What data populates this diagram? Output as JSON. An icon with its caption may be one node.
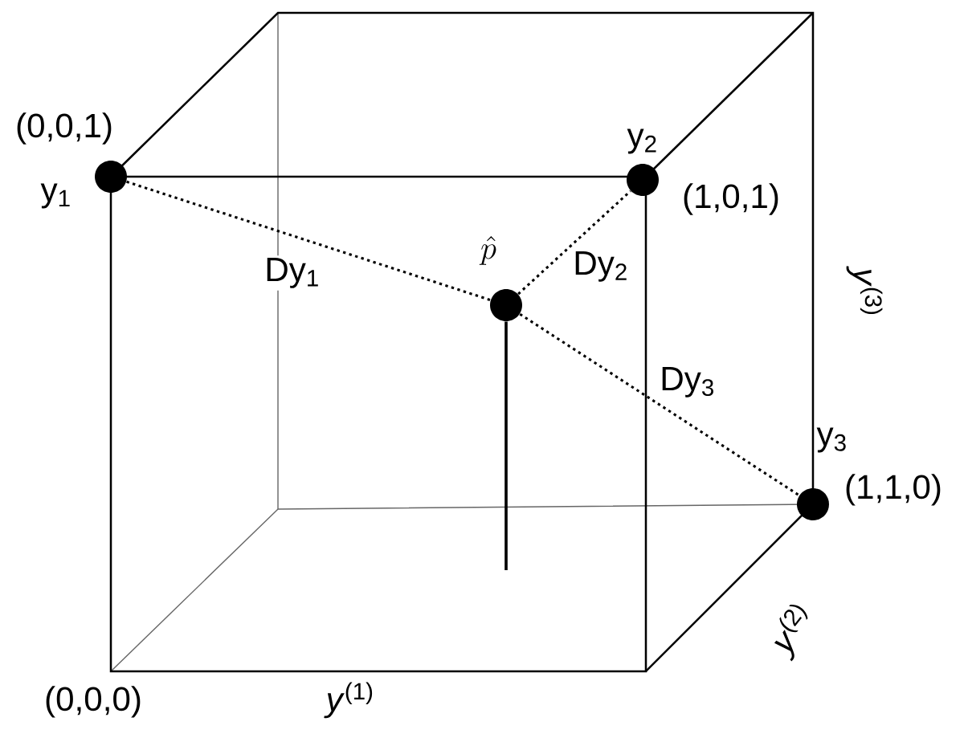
{
  "diagram": {
    "nodes": [
      {
        "text": [],
        "shape": "circle",
        "beside": [
          "(0,0,1)",
          "y$_{1}$"
        ]
      },
      {
        "text": [],
        "shape": "circle",
        "beside": [
          "y$_{2}$",
          "(1,0,1)"
        ]
      },
      {
        "text": [],
        "shape": "circle",
        "beside": [
          "\\hat{p}"
        ]
      },
      {
        "text": [],
        "shape": "circle",
        "beside": [
          "y$_{3}$",
          "(1,1,0)"
        ]
      }
    ],
    "edges": [
      {
        "from": 0,
        "to": 2,
        "arrow": "none",
        "style": "dashed",
        "label": "Dy$_{1}$"
      },
      {
        "from": 2,
        "to": 1,
        "arrow": "none",
        "style": "dashed",
        "label": "Dy$_{2}$"
      },
      {
        "from": 2,
        "to": 3,
        "arrow": "none",
        "style": "dashed",
        "label": "Dy$_{3}$"
      },
      {
        "from": 2,
        "to": null,
        "arrow": "none"
      }
    ],
    "labels": [
      "(0,0,0)",
      "*y*$^{(1)}$",
      "*y*$^{(2)}$",
      "*y*$^{(3)}$"
    ]
  }
}
